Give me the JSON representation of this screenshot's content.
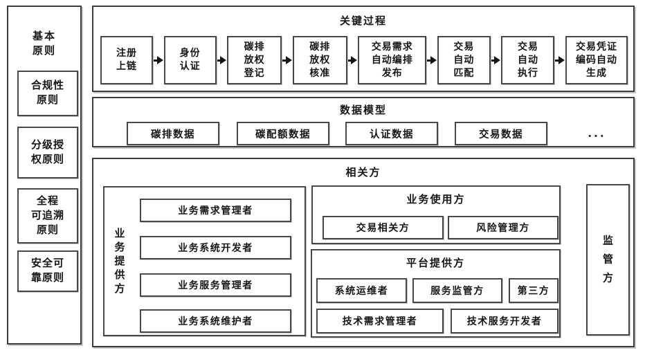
{
  "colors": {
    "border": "#3c3c3c",
    "text": "#161616",
    "background": "#ffffff"
  },
  "principles": {
    "title": "基本\n原则",
    "items": [
      "合规性\n原则",
      "分级授\n权原则",
      "全程\n可追溯\n原则",
      "安全可\n靠原则"
    ]
  },
  "key_process": {
    "title": "关键过程",
    "steps": [
      "注册\n上链",
      "身份\n认证",
      "碳排\n放权\n登记",
      "碳排\n放权\n核准",
      "交易需求\n自动编排\n发布",
      "交易\n自动\n匹配",
      "交易\n自动\n执行",
      "交易凭证\n编码自动\n生成"
    ]
  },
  "data_model": {
    "title": "数据模型",
    "items": [
      "碳排数据",
      "碳配额数据",
      "认证数据",
      "交易数据"
    ],
    "ellipsis": "..."
  },
  "stakeholders": {
    "title": "相关方",
    "business_provider": {
      "label": "业\n务\n提\n供\n方",
      "items": [
        "业务需求管理者",
        "业务系统开发者",
        "业务服务管理者",
        "业务系统维护者"
      ]
    },
    "business_user": {
      "title": "业务使用方",
      "items": [
        "交易相关方",
        "风险管理方"
      ]
    },
    "platform_provider": {
      "title": "平台提供方",
      "row1": [
        "系统运维者",
        "服务监管方",
        "第三方"
      ],
      "row2": [
        "技术需求管理者",
        "技术服务开发者"
      ]
    },
    "regulator": {
      "label": "监\n管\n方"
    }
  }
}
